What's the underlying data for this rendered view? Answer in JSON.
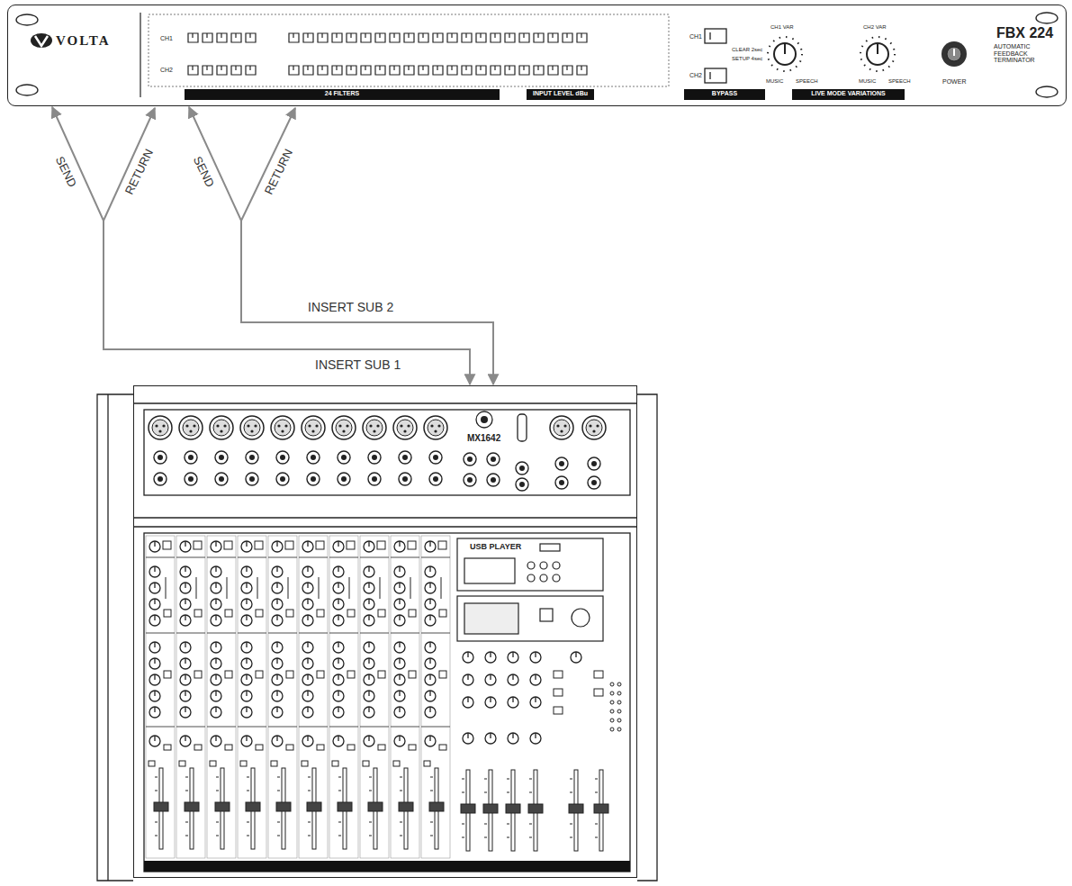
{
  "diagram": {
    "nodes": [
      {
        "text": [
          "FBX 224",
          "AUTOMATIC FEEDBACK TERMINATOR"
        ]
      },
      {
        "text": [
          "MX1642"
        ]
      }
    ],
    "edges": [
      {
        "from": 0,
        "to": 1,
        "arrow": "both",
        "label": "INSERT SUB 1"
      },
      {
        "from": 0,
        "to": 1,
        "arrow": "both",
        "label": "INSERT SUB 2"
      }
    ],
    "labels": [
      "VOLTA",
      "CH1",
      "CH2",
      "24 FILTERS",
      "INPUT LEVEL dBu",
      "CH1",
      "CLEAR 2sec",
      "SETUP 4sec",
      "CH2",
      "BYPASS",
      "CH1 VAR",
      "CH2 VAR",
      "MUSIC",
      "SPEECH",
      "MUSIC",
      "SPEECH",
      "LIVE MODE VARIATIONS",
      "POWER",
      "SEND",
      "RETURN",
      "SEND",
      "RETURN",
      "USB PLAYER"
    ]
  }
}
